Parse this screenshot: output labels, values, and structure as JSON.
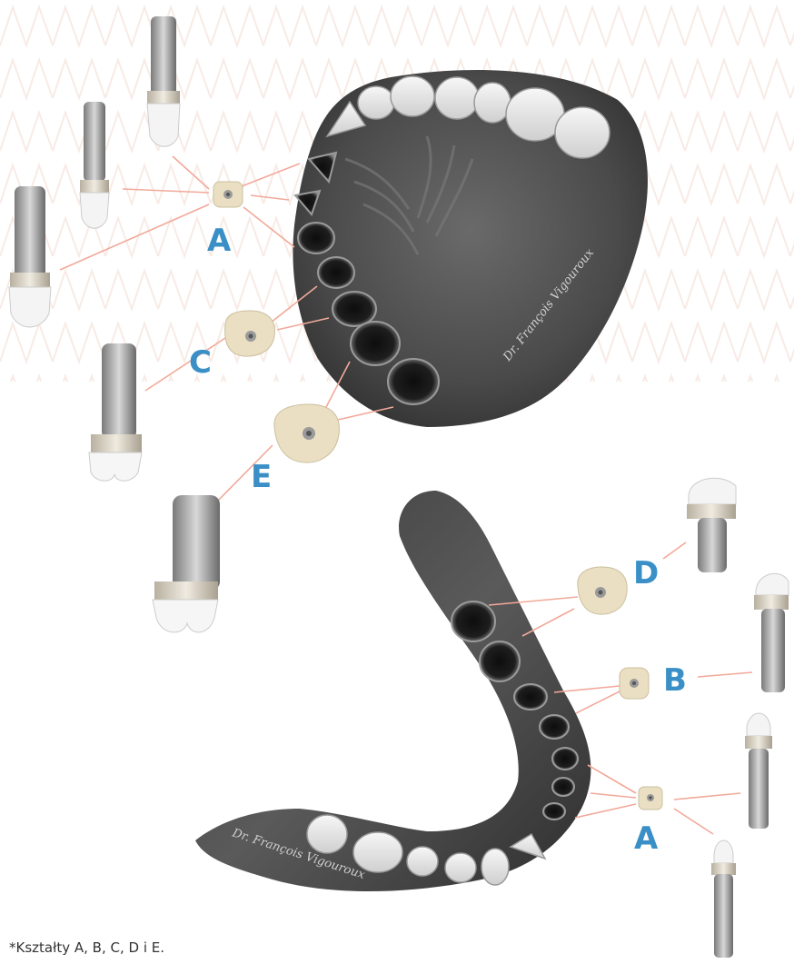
{
  "labels": {
    "upper_a": "A",
    "upper_c": "C",
    "upper_e": "E",
    "lower_d": "D",
    "lower_b": "B",
    "lower_a": "A"
  },
  "signatures": {
    "upper": "Dr. François Vigouroux",
    "lower": "Dr. François Vigouroux"
  },
  "footnote": "*Kształty A, B, C, D i E.",
  "colors": {
    "label": "#3a8fc7",
    "leader_line": "#f2a99a",
    "abutment": "#eadfc2",
    "gum": "#4a4a4a",
    "watermark": "#f6e6e0"
  }
}
